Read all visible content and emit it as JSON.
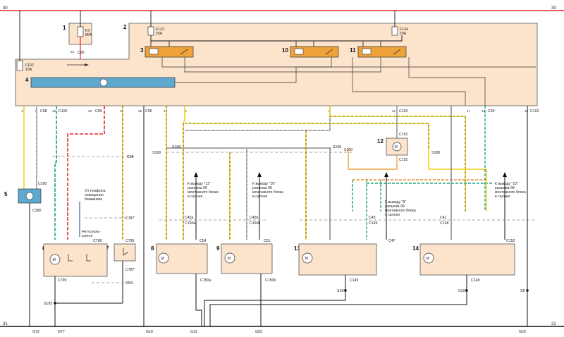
{
  "rails": {
    "top_left": "30",
    "top_right": "30",
    "bottom_left": "31",
    "bottom_right": "31"
  },
  "components": [
    "1",
    "2",
    "3",
    "4",
    "5",
    "6",
    "7",
    "8",
    "9",
    "10",
    "11",
    "12",
    "13",
    "14"
  ],
  "fuses": [
    {
      "name": "F3",
      "rating": "80A"
    },
    {
      "name": "F133",
      "rating": "25A"
    },
    {
      "name": "F134",
      "rating": "20A"
    },
    {
      "name": "F102",
      "rating": "10A"
    }
  ],
  "pins_top": [
    "22"
  ],
  "pins_bottom": [
    "11",
    "6",
    "46",
    "36",
    "34",
    "28",
    "2",
    "3",
    "6",
    "21",
    "17",
    "14",
    "18"
  ],
  "connectors": [
    "C96",
    "C98",
    "C100",
    "C99",
    "C96",
    "C100",
    "C99",
    "C102",
    "C290",
    "C390",
    "C58",
    "C787'",
    "C799",
    "C798",
    "C799",
    "C787'",
    "C52",
    "C45a",
    "C150a",
    "C54",
    "C45b",
    "C150b",
    "C51",
    "C43",
    "C149",
    "C47",
    "C41",
    "C148",
    "C152",
    "C152",
    "C150a",
    "C150b",
    "C149",
    "C148"
  ],
  "splices": [
    "S168",
    "S158",
    "S158",
    "S160",
    "S180",
    "S195",
    "S194",
    "S197",
    "S8"
  ],
  "grounds": [
    "G72",
    "G77",
    "G19",
    "G12",
    "G53",
    "G20"
  ],
  "notes": {
    "lamp": "От плафона освещения багажника",
    "unused": "Не исполь- зуется",
    "n11": "К выводу \"11\" разъема 99 монтажного блока в салоне",
    "n10": "К выводу \"10\" разъема 99 монтажного блока в салоне",
    "n9": "К выводу \"9\" разъема 99 монтажного блока в салоне",
    "n12": "К выводу \"12\" разъема 99 монтажного блока в салоне"
  },
  "colors": {
    "red": "#e8242a",
    "green": "#1aa77a",
    "yellow": "#f3d21a",
    "gray": "#8a8a8a",
    "blue": "#3b5fb0",
    "black": "#111111",
    "orange": "#e98a2a",
    "box": "#fbe3cc",
    "relay": "#f0a23a",
    "module": "#5fa9cf"
  }
}
